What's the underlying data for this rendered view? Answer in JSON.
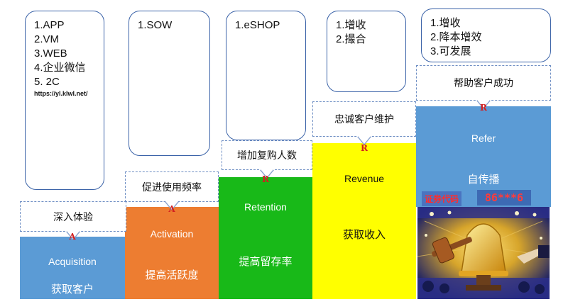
{
  "notes": {
    "acquisition": [
      "1.APP",
      "2.VM",
      "3.WEB",
      "4.企业微信",
      "5. 2C"
    ],
    "acquisition_url": "https://yl.klwl.net/",
    "activation": [
      "1.SOW"
    ],
    "retention": [
      "1.eSHOP"
    ],
    "revenue": [
      "1.增收",
      "2.撮合"
    ],
    "refer": [
      "1.增收",
      "2.降本增效",
      "3.可发展"
    ]
  },
  "stages": [
    {
      "en": "Acquisition",
      "cn": "获取客户",
      "callout": "深入体验",
      "badge": "A",
      "color": "#5b9bd5"
    },
    {
      "en": "Activation",
      "cn": "提高活跃度",
      "callout": "促进使用频率",
      "badge": "A",
      "color": "#ed7d31"
    },
    {
      "en": "Retention",
      "cn": "提高留存率",
      "callout": "增加复购人数",
      "badge": "R",
      "color": "#18b918"
    },
    {
      "en": "Revenue",
      "cn": "获取收入",
      "callout": "忠诚客户维护",
      "badge": "R",
      "color": "#ffff00"
    },
    {
      "en": "Refer",
      "cn": "自传播",
      "callout": "帮助客户成功",
      "badge": "R",
      "color": "#5b9bd5"
    }
  ],
  "promo": {
    "tag": "证券代码",
    "code": "86***6"
  }
}
